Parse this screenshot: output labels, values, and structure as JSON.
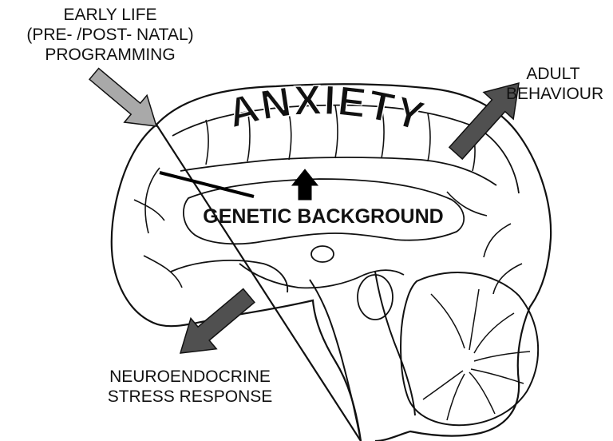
{
  "title": "ANXIETY",
  "labels": {
    "early_life": [
      "EARLY LIFE",
      "(PRE- /POST- NATAL)",
      "PROGRAMMING"
    ],
    "adult_behaviour": [
      "ADULT",
      "BEHAVIOUR"
    ],
    "genetic_background": "GENETIC BACKGROUND",
    "neuroendocrine": [
      "NEUROENDOCRINE",
      "STRESS RESPONSE"
    ]
  },
  "colors": {
    "outline": "#111111",
    "arrow_light": "#a9a9a9",
    "arrow_dark": "#505050",
    "arrow_black": "#000000"
  }
}
